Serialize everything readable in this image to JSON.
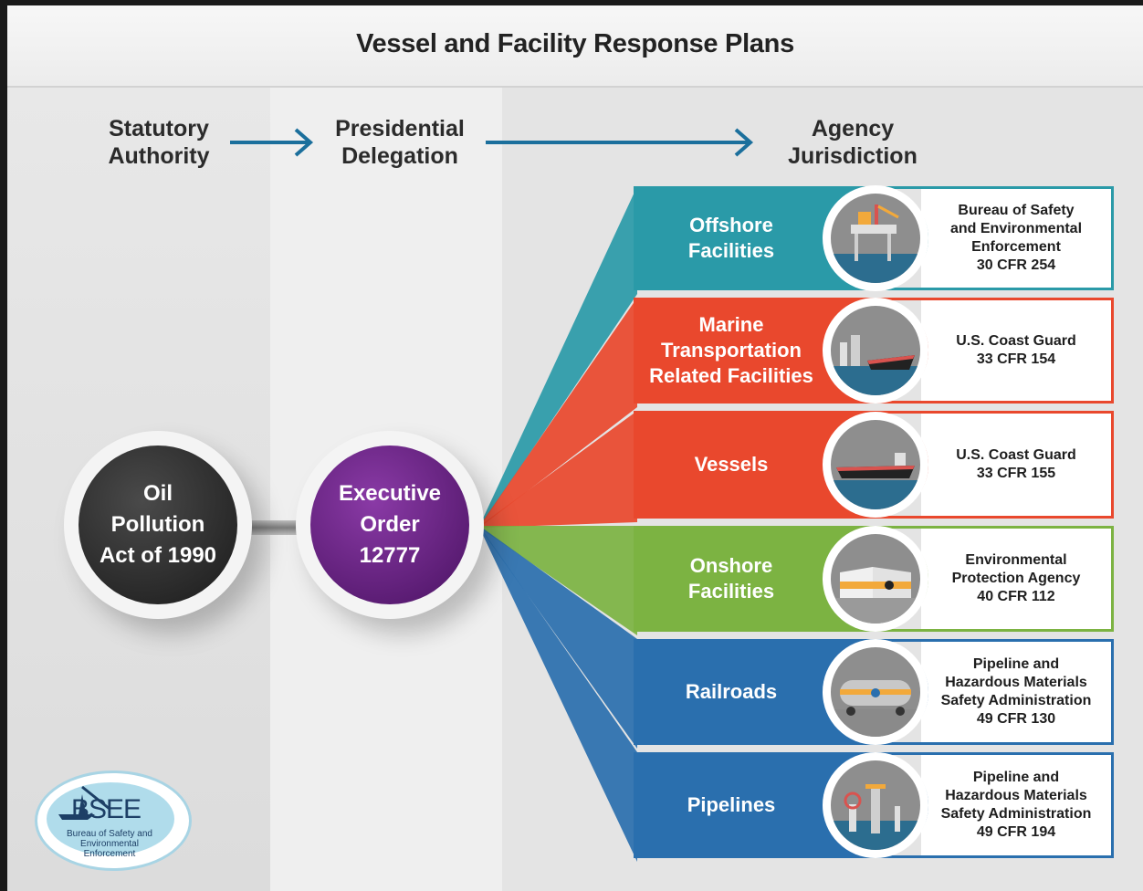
{
  "title": "Vessel and Facility Response Plans",
  "columns": {
    "statutory": [
      "Statutory",
      "Authority"
    ],
    "presidential": [
      "Presidential",
      "Delegation"
    ],
    "agency": [
      "Agency",
      "Jurisdiction"
    ]
  },
  "act": [
    "Oil",
    "Pollution",
    "Act of 1990"
  ],
  "order": [
    "Executive",
    "Order",
    "12777"
  ],
  "rows": [
    {
      "label": [
        "Offshore",
        "Facilities"
      ],
      "agency": [
        "Bureau of Safety",
        "and Environmental",
        "Enforcement",
        "30 CFR 254"
      ],
      "color": "#2a9aa8",
      "icon": "offshore-platform-icon"
    },
    {
      "label": [
        "Marine",
        "Transportation",
        "Related Facilities"
      ],
      "agency": [
        "U.S. Coast Guard",
        "33 CFR 154"
      ],
      "color": "#e9482d",
      "icon": "marine-terminal-icon"
    },
    {
      "label": [
        "Vessels"
      ],
      "agency": [
        "U.S. Coast Guard",
        "33 CFR 155"
      ],
      "color": "#e9482d",
      "icon": "tanker-ship-icon"
    },
    {
      "label": [
        "Onshore",
        "Facilities"
      ],
      "agency": [
        "Environmental",
        "Protection Agency",
        "40 CFR 112"
      ],
      "color": "#7cb342",
      "icon": "storage-tank-icon"
    },
    {
      "label": [
        "Railroads"
      ],
      "agency": [
        "Pipeline and",
        "Hazardous Materials",
        "Safety Administration",
        "49 CFR 130"
      ],
      "color": "#2a6fae",
      "icon": "rail-tank-car-icon"
    },
    {
      "label": [
        "Pipelines"
      ],
      "agency": [
        "Pipeline and",
        "Hazardous Materials",
        "Safety Administration",
        "49 CFR 194"
      ],
      "color": "#2a6fae",
      "icon": "pipeline-valve-icon"
    }
  ],
  "logo": {
    "name": "BSEE",
    "subtitle": [
      "Bureau of Safety and",
      "Environmental",
      "Enforcement"
    ]
  }
}
